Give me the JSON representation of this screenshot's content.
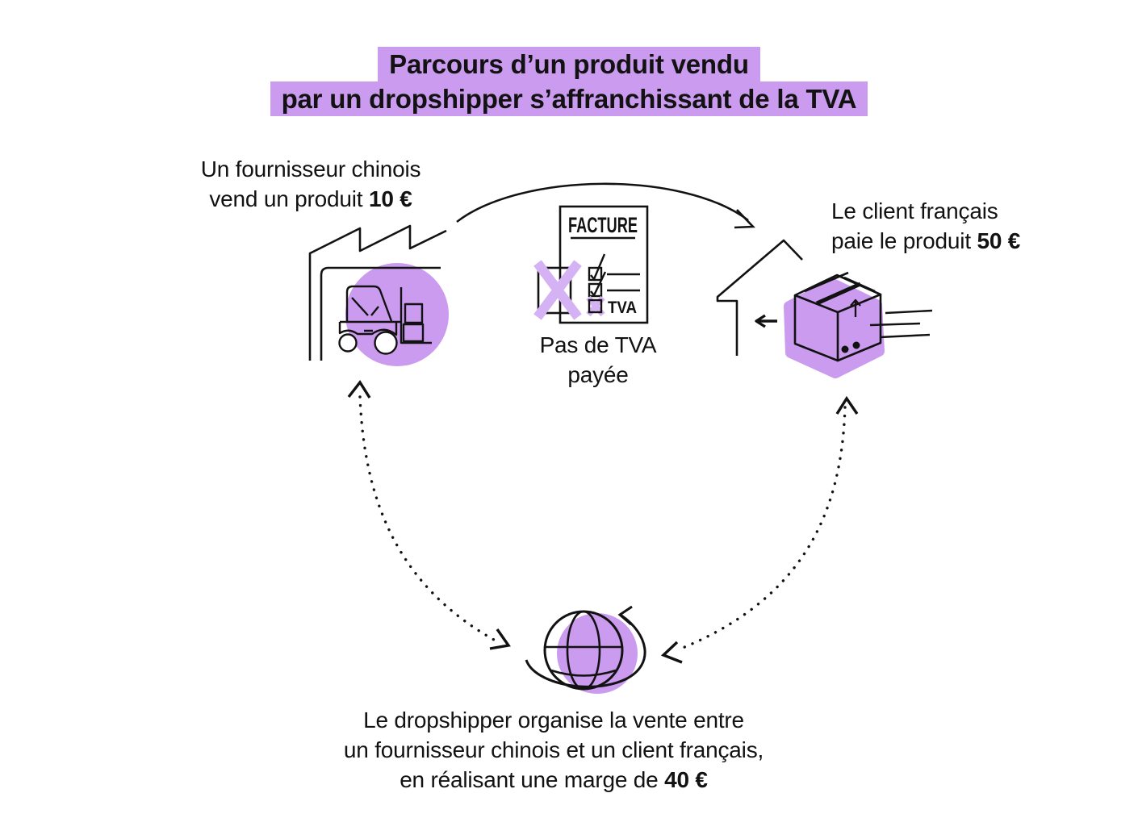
{
  "colors": {
    "highlight_purple": "#cb9bf0",
    "cross_purple": "#d5b2f4",
    "ink": "#121212",
    "background": "#ffffff"
  },
  "title": {
    "line1": "Parcours d’un produit vendu",
    "line2": "par un dropshipper s’affranchissant de la TVA"
  },
  "supplier": {
    "line1": "Un fournisseur chinois",
    "line2_text": "vend un produit ",
    "amount": "10 €"
  },
  "invoice": {
    "doc_title": "FACTURE",
    "tva_label": "TVA",
    "caption_line1": "Pas de TVA",
    "caption_line2": "payée"
  },
  "client": {
    "line1": "Le client français",
    "line2_text": "paie le produit ",
    "amount": "50 €"
  },
  "dropshipper": {
    "line1": "Le dropshipper organise la vente entre",
    "line2": "un fournisseur chinois et un client français,",
    "line3_text": "en réalisant une marge de ",
    "amount": "40 €"
  },
  "icons": {
    "factory": "factory-icon",
    "forklift": "forklift-icon",
    "invoice_document": "invoice-document-icon",
    "house": "house-icon",
    "package_box": "package-box-icon",
    "globe": "globe-icon",
    "solid_arrow": "supplier-to-client-arrow",
    "left_dotted_arrow": "supplier-dropshipper-dotted-arrow",
    "right_dotted_arrow": "client-dropshipper-dotted-arrow"
  }
}
